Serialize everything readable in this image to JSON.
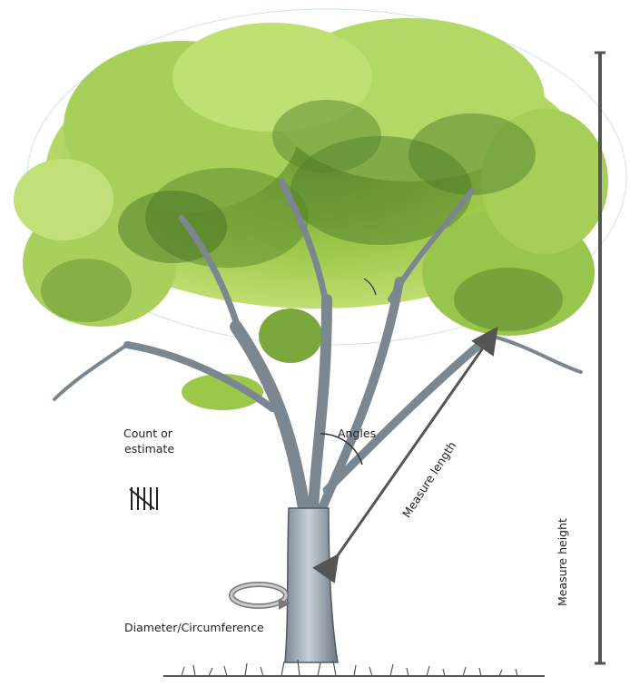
{
  "labels": {
    "count_line1": "Count or",
    "count_line2": "estimate",
    "angles": "Angles",
    "measure_length": "Measure length",
    "measure_height": "Measure height",
    "diameter": "Diameter/Circumference"
  },
  "colors": {
    "foliage_light": "#c9e27a",
    "foliage_mid": "#9cc84a",
    "foliage_dark": "#4f7d2a",
    "trunk": "#a9b4bd",
    "trunk_dark": "#5e6a73",
    "arrow": "#555555",
    "height_bar": "#555555"
  }
}
